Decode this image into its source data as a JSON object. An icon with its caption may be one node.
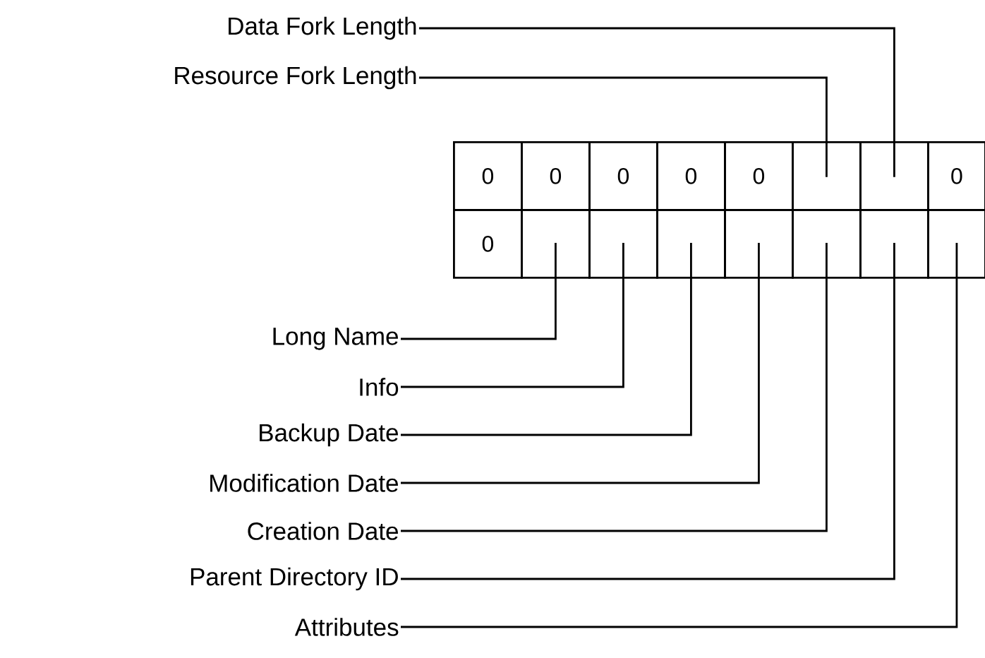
{
  "diagram": {
    "nodes": [
      {
        "text": [
          "Data Fork Length"
        ]
      },
      {
        "text": [
          "Resource Fork Length"
        ]
      },
      {
        "text": [
          "0"
        ]
      },
      {
        "text": [
          "0"
        ]
      },
      {
        "text": [
          "0"
        ]
      },
      {
        "text": [
          "0"
        ]
      },
      {
        "text": [
          "0"
        ]
      },
      {
        "text": [],
        "shape": "box"
      },
      {
        "text": [],
        "shape": "box"
      },
      {
        "text": [
          "0"
        ]
      },
      {
        "text": [
          "0"
        ]
      },
      {
        "text": [],
        "shape": "box"
      },
      {
        "text": [],
        "shape": "box"
      },
      {
        "text": [],
        "shape": "box"
      },
      {
        "text": [],
        "shape": "box"
      },
      {
        "text": [],
        "shape": "box"
      },
      {
        "text": [],
        "shape": "box"
      },
      {
        "text": [],
        "shape": "box"
      },
      {
        "text": [
          "Long Name"
        ]
      },
      {
        "text": [
          "Info"
        ]
      },
      {
        "text": [
          "Backup Date"
        ]
      },
      {
        "text": [
          "Modification Date"
        ]
      },
      {
        "text": [
          "Creation Date"
        ]
      },
      {
        "text": [
          "Parent Directory ID"
        ]
      },
      {
        "text": [
          "Attributes"
        ]
      }
    ],
    "edges": [
      {
        "from": 0,
        "to": 8,
        "arrow": "none"
      },
      {
        "from": 1,
        "to": 7,
        "arrow": "none"
      },
      {
        "from": 18,
        "to": 11,
        "arrow": "none"
      },
      {
        "from": 19,
        "to": 12,
        "arrow": "none"
      },
      {
        "from": 20,
        "to": 13,
        "arrow": "none"
      },
      {
        "from": 21,
        "to": 14,
        "arrow": "none"
      },
      {
        "from": 22,
        "to": 15,
        "arrow": "none"
      },
      {
        "from": 23,
        "to": 16,
        "arrow": "none"
      },
      {
        "from": 24,
        "to": 17,
        "arrow": "none"
      }
    ]
  }
}
